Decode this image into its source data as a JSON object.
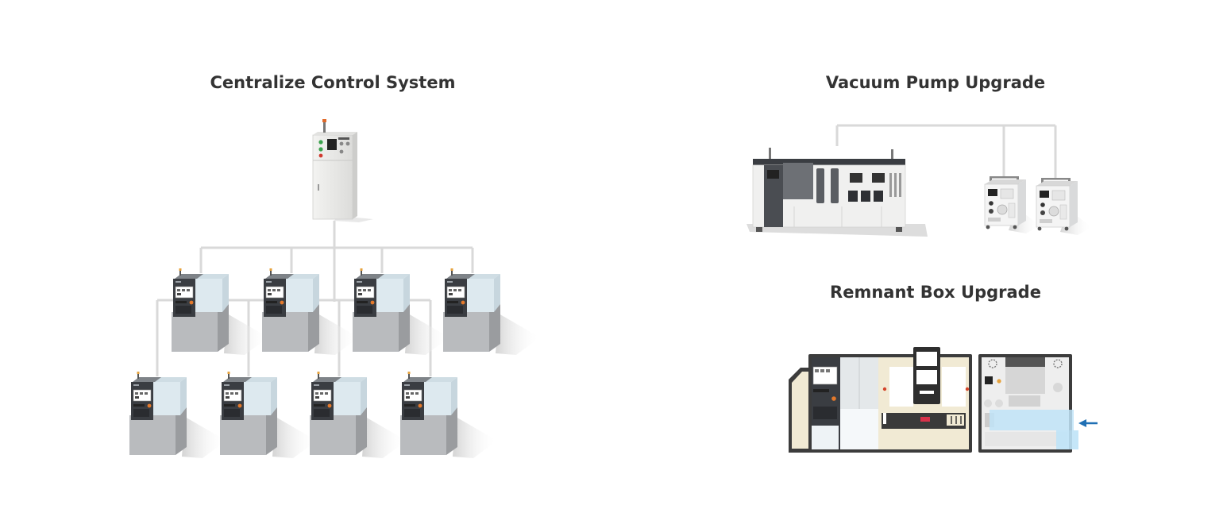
{
  "panels": {
    "centralize": {
      "title": "Centralize Control System",
      "machine_count": 8,
      "rows": 2
    },
    "vacuum": {
      "title": "Vacuum Pump Upgrade",
      "pump_count": 2
    },
    "remnant": {
      "title": "Remnant Box Upgrade"
    }
  },
  "colors": {
    "connector": "#d9d9d9",
    "machine_body": "#b3b5b8",
    "machine_glass": "#dde9ef",
    "panel_dark": "#3a3d42",
    "cabinet": "#ececea",
    "highlight": "#bfe3f7",
    "arrow": "#1f6fb4",
    "beige": "#f1ead4",
    "title": "#333333"
  }
}
